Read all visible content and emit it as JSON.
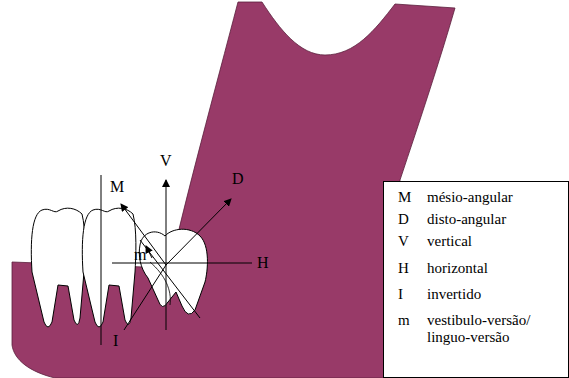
{
  "diagram": {
    "nodes": [
      {
        "text": [
          "M",
          "mésio-angular",
          "D",
          "disto-angular",
          "V",
          "vertical",
          "H",
          "horizontal",
          "I",
          "invertido",
          "m",
          "vestibulo-versão/ linguo-versão"
        ]
      }
    ],
    "labels": [
      "M",
      "V",
      "D",
      "m",
      "H",
      "I"
    ]
  }
}
